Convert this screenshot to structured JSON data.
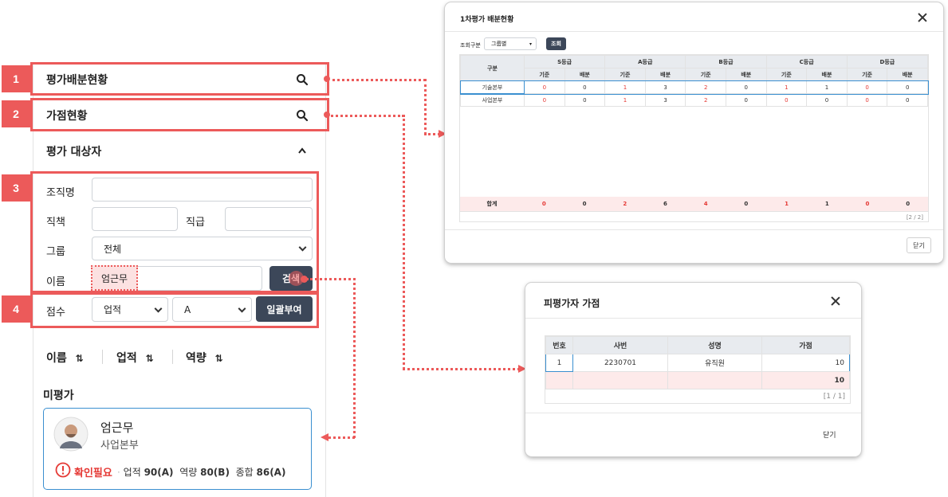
{
  "left": {
    "sec1": {
      "badge": "1",
      "title": "평가배분현황"
    },
    "sec2": {
      "badge": "2",
      "title": "가점현황"
    },
    "sec3": {
      "title": "평가 대상자"
    },
    "form": {
      "badge": "3",
      "org_label": "조직명",
      "duty_label": "직책",
      "rank_label": "직급",
      "group_label": "그룹",
      "group_value": "전체",
      "name_label": "이름",
      "name_value": "엄근무",
      "search_btn": "검색"
    },
    "score": {
      "badge": "4",
      "label": "점수",
      "type_value": "업적",
      "grade_value": "A",
      "apply_btn": "일괄부여"
    },
    "sort": {
      "name": "이름",
      "perf": "업적",
      "comp": "역량",
      "arrow": "⇅"
    },
    "list_title": "미평가",
    "card": {
      "name": "엄근무",
      "dept": "사업본부",
      "status": "확인필요",
      "perf_label": "업적",
      "perf_value": "90(A)",
      "comp_label": "역량",
      "comp_value": "80(B)",
      "total_label": "종합",
      "total_value": "86(A)"
    }
  },
  "modal1": {
    "title": "1차평가 배분현황",
    "filter_label": "조회구분",
    "filter_value": "그룹별",
    "query_btn": "조회",
    "col_group": "구분",
    "grades": [
      "S등급",
      "A등급",
      "B등급",
      "C등급",
      "D등급"
    ],
    "sub_std": "기준",
    "sub_alloc": "배분",
    "rows": [
      {
        "name": "기술본부",
        "vals": [
          "0",
          "0",
          "1",
          "3",
          "2",
          "0",
          "1",
          "1",
          "0",
          "0"
        ]
      },
      {
        "name": "사업본부",
        "vals": [
          "0",
          "0",
          "1",
          "3",
          "2",
          "0",
          "0",
          "0",
          "0",
          "0"
        ]
      }
    ],
    "total_label": "합계",
    "total_vals": [
      "0",
      "0",
      "2",
      "6",
      "4",
      "0",
      "1",
      "1",
      "0",
      "0"
    ],
    "pager": "[2 / 2]",
    "close_btn": "닫기"
  },
  "modal2": {
    "title": "피평가자 가점",
    "cols": [
      "번호",
      "사번",
      "성명",
      "가점"
    ],
    "rows": [
      [
        "1",
        "2230701",
        "유직원",
        "10"
      ]
    ],
    "total": "10",
    "pager": "[1 / 1]",
    "close_btn": "닫기"
  },
  "colors": {
    "accent": "#ec5a5a",
    "dark_btn": "#3c4759",
    "card_border": "#3a8fd0",
    "red_value": "#e53935"
  }
}
